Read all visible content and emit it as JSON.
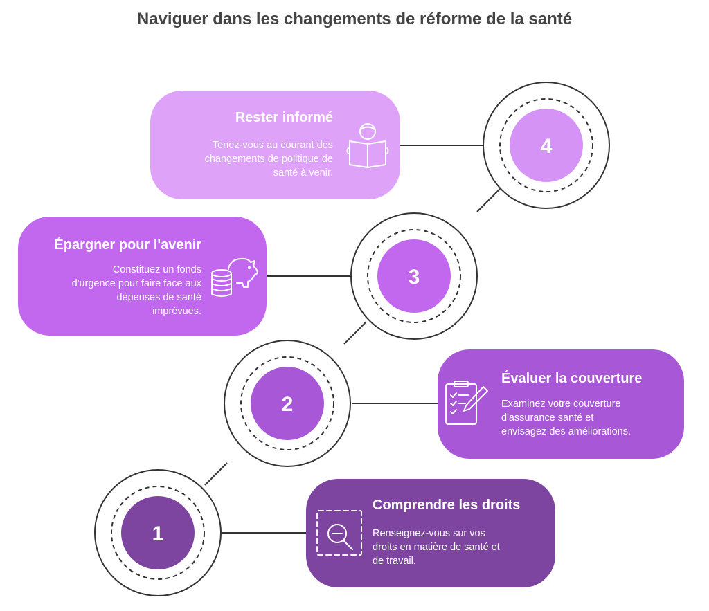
{
  "title": "Naviguer dans les changements de réforme de la santé",
  "colors": {
    "step1": "#7e45a0",
    "step2": "#a858d6",
    "step3": "#c168ee",
    "step4": "#d594f5",
    "ring": "#333333"
  },
  "steps": [
    {
      "number": "1",
      "title": "Comprendre les droits",
      "description_lines": [
        "Renseignez-vous sur vos",
        "droits en matière de santé et",
        "de travail."
      ],
      "icon": "magnifier-minus-icon"
    },
    {
      "number": "2",
      "title": "Évaluer la couverture",
      "description_lines": [
        "Examinez votre couverture",
        "d'assurance santé et",
        "envisagez des améliorations."
      ],
      "icon": "clipboard-checklist-icon"
    },
    {
      "number": "3",
      "title": "Épargner pour l'avenir",
      "description_lines": [
        "Constituez un fonds",
        "d'urgence pour faire face aux",
        "dépenses de santé",
        "imprévues."
      ],
      "icon": "piggy-bank-icon"
    },
    {
      "number": "4",
      "title": "Rester informé",
      "description_lines": [
        "Tenez-vous au courant des",
        "changements de politique de",
        "santé à venir."
      ],
      "icon": "reading-person-icon"
    }
  ]
}
